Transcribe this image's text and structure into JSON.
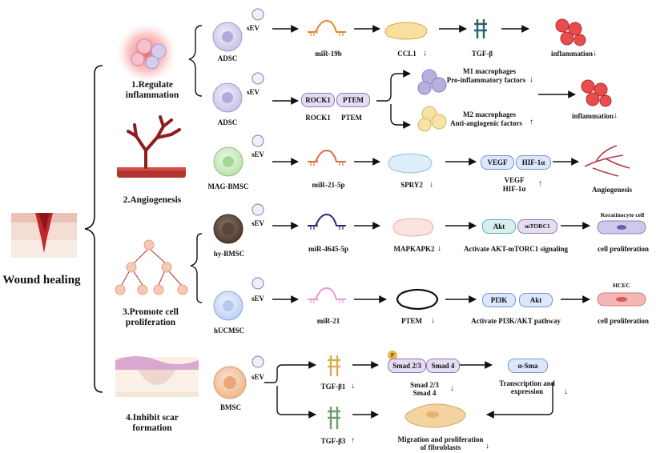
{
  "title": "Wound healing",
  "branches": {
    "regulate": "1.Regulate\ninflammation",
    "angio": "2.Angiogenesis",
    "prolif": "3.Promote cell\nproliferation",
    "scar": "4.Inhibit scar\nformation"
  },
  "sev": "sEV",
  "row1": {
    "cell": "ADSC",
    "mirna": "miR-19b",
    "target": "CCL1",
    "target_change": "↓",
    "factor": "TGF-β",
    "result": "inflammation",
    "result_change": "↓"
  },
  "row2": {
    "cell": "ADSC",
    "pill1": "ROCK1",
    "pill2": "PTEM",
    "under1": "ROCK1",
    "under2": "PTEM",
    "m1_title": "M1 macrophages",
    "m1_sub": "Pro-inflammatory factors",
    "m1_change": "↓",
    "m2_title": "M2 macrophages",
    "m2_sub": "Anti-angiogenic factors",
    "m2_change": "↑",
    "result": "inflammation",
    "result_change": "↓"
  },
  "row3": {
    "cell": "MAG-BMSC",
    "mirna": "miR-21-5p",
    "target": "SPRY2",
    "target_change": "↓",
    "pill1": "VEGF",
    "pill2": "HIF-1α",
    "under1": "VEGF",
    "under2": "HIF-1α",
    "under_change": "↑",
    "result": "Angiogenesis"
  },
  "row4": {
    "cell": "hy-BMSC",
    "mirna": "miR-4645-5p",
    "target": "MAPKAPK2",
    "target_change": "↓",
    "pill1": "Akt",
    "pill2": "mTORC1",
    "pathway": "Activate AKT-mTORC1 signaling",
    "result_top": "Keratinocyte cell",
    "result": "cell proliferation"
  },
  "row5": {
    "cell": "hUCMSC",
    "mirna": "miR-21",
    "target": "PTEM",
    "target_change": "↓",
    "pill1": "PI3K",
    "pill2": "Akt",
    "pathway": "Activate PI3K/AKT pathway",
    "result_top": "HCEC",
    "result": "cell proliferation"
  },
  "row6": {
    "cell": "BMSC",
    "tgfb1": "TGF-β1",
    "tgfb1_change": "↓",
    "tgfb3": "TGF-β3",
    "tgfb3_change": "↑",
    "smad_badge": "P",
    "pill1": "Smad 2/3",
    "pill2": "Smad 4",
    "under1": "Smad 2/3",
    "under2": "Smad 4",
    "under_change": "↓",
    "asma": "α-Sma",
    "asma_sub": "Transcription and\nexpression",
    "asma_change": "↓",
    "fibro": "Migration and proliferation\nof fibroblasts",
    "fibro_change": "↓"
  },
  "colors": {
    "accent_red": "#c0282d",
    "pill_border": "#7a7fa8",
    "mirna_orange": "#e08a2a",
    "mirna_red": "#e06a4a",
    "mirna_navy": "#2b2f6e",
    "mirna_pink": "#e79ad0"
  }
}
